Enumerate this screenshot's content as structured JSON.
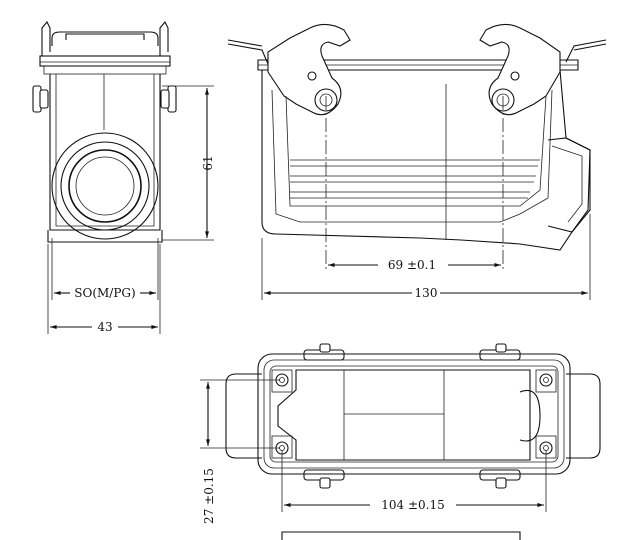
{
  "dimensions": {
    "side_height": "61",
    "cable_entry": "SO(M/PG)",
    "side_width": "43",
    "pin_spacing": "69 ±0.1",
    "overall_length": "130",
    "mount_length": "104 ±0.15",
    "mount_width": "27 ±0.15"
  },
  "colors": {
    "line": "#111111",
    "background": "#ffffff"
  },
  "views": {
    "side_view": "side-view",
    "front_view": "front-view",
    "top_view": "top-view"
  }
}
